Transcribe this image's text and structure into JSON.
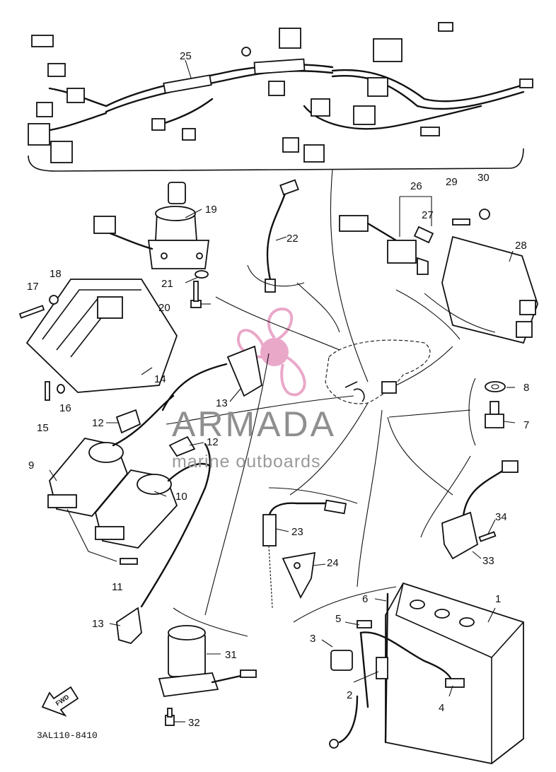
{
  "diagram": {
    "code": "3AL110-8410",
    "fwd_label": "FWD",
    "watermark": {
      "brand": "ARMADA",
      "tagline": "marine outboards",
      "accent_color": "#e79ac0"
    },
    "callouts": [
      {
        "id": "1",
        "text": "1"
      },
      {
        "id": "2",
        "text": "2"
      },
      {
        "id": "3",
        "text": "3"
      },
      {
        "id": "4",
        "text": "4"
      },
      {
        "id": "5",
        "text": "5"
      },
      {
        "id": "6",
        "text": "6"
      },
      {
        "id": "7",
        "text": "7"
      },
      {
        "id": "8",
        "text": "8"
      },
      {
        "id": "9",
        "text": "9"
      },
      {
        "id": "10",
        "text": "10"
      },
      {
        "id": "11",
        "text": "11"
      },
      {
        "id": "12a",
        "text": "12"
      },
      {
        "id": "12b",
        "text": "12"
      },
      {
        "id": "13a",
        "text": "13"
      },
      {
        "id": "13b",
        "text": "13"
      },
      {
        "id": "14",
        "text": "14"
      },
      {
        "id": "15",
        "text": "15"
      },
      {
        "id": "16",
        "text": "16"
      },
      {
        "id": "17",
        "text": "17"
      },
      {
        "id": "18",
        "text": "18"
      },
      {
        "id": "19",
        "text": "19"
      },
      {
        "id": "20",
        "text": "20"
      },
      {
        "id": "21",
        "text": "21"
      },
      {
        "id": "22",
        "text": "22"
      },
      {
        "id": "23",
        "text": "23"
      },
      {
        "id": "24",
        "text": "24"
      },
      {
        "id": "25",
        "text": "25"
      },
      {
        "id": "26",
        "text": "26"
      },
      {
        "id": "27",
        "text": "27"
      },
      {
        "id": "28",
        "text": "28"
      },
      {
        "id": "29",
        "text": "29"
      },
      {
        "id": "30",
        "text": "30"
      },
      {
        "id": "31",
        "text": "31"
      },
      {
        "id": "32",
        "text": "32"
      },
      {
        "id": "33",
        "text": "33"
      },
      {
        "id": "34",
        "text": "34"
      }
    ]
  }
}
